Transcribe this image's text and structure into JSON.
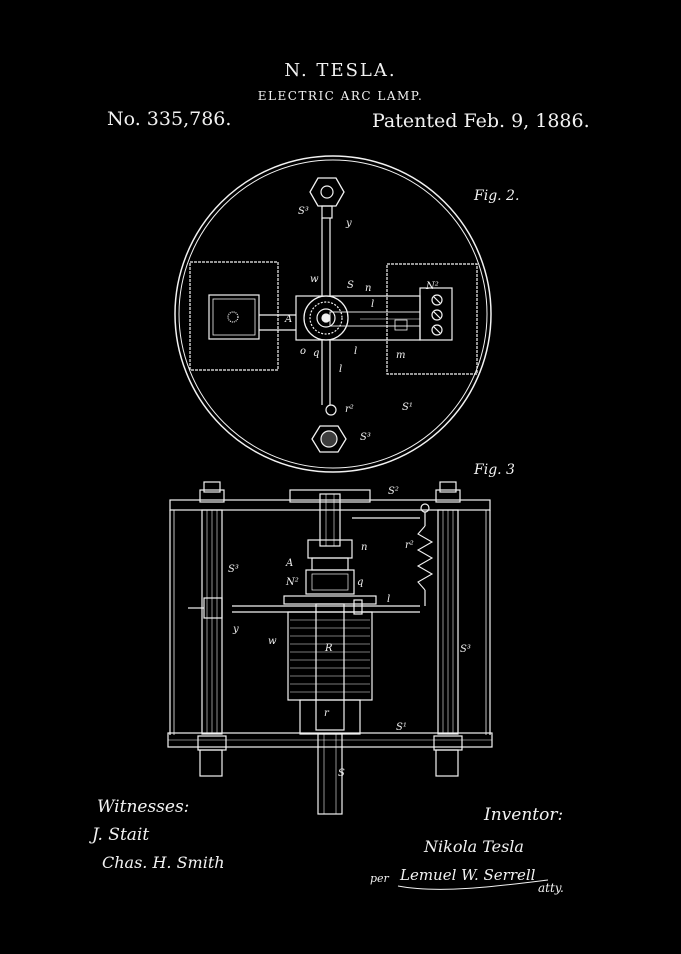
{
  "header": {
    "inventor": "N. TESLA.",
    "title": "ELECTRIC ARC LAMP.",
    "patent_number": "No. 335,786.",
    "patent_date": "Patented Feb. 9, 1886."
  },
  "figures": {
    "fig2": "Fig. 2.",
    "fig3": "Fig. 3"
  },
  "labels": {
    "s3": "S³",
    "y": "y",
    "w": "w",
    "s": "S",
    "n": "n",
    "N2": "N²",
    "l": "l",
    "A": "A",
    "o": "o",
    "q": "q",
    "m": "m",
    "r2": "r²",
    "s1": "S¹",
    "S2": "S²",
    "R": "R",
    "r": "r"
  },
  "signatures": {
    "witnesses_label": "Witnesses:",
    "witness_1": "J. Stait",
    "witness_2": "Chas. H. Smith",
    "inventor_label": "Inventor:",
    "inventor_signature": "Nikola Tesla",
    "per": "per",
    "attorney": "Lemuel W. Serrell",
    "atty": "atty."
  },
  "colors": {
    "background": "#000000",
    "ink": "#f2f2f2"
  }
}
